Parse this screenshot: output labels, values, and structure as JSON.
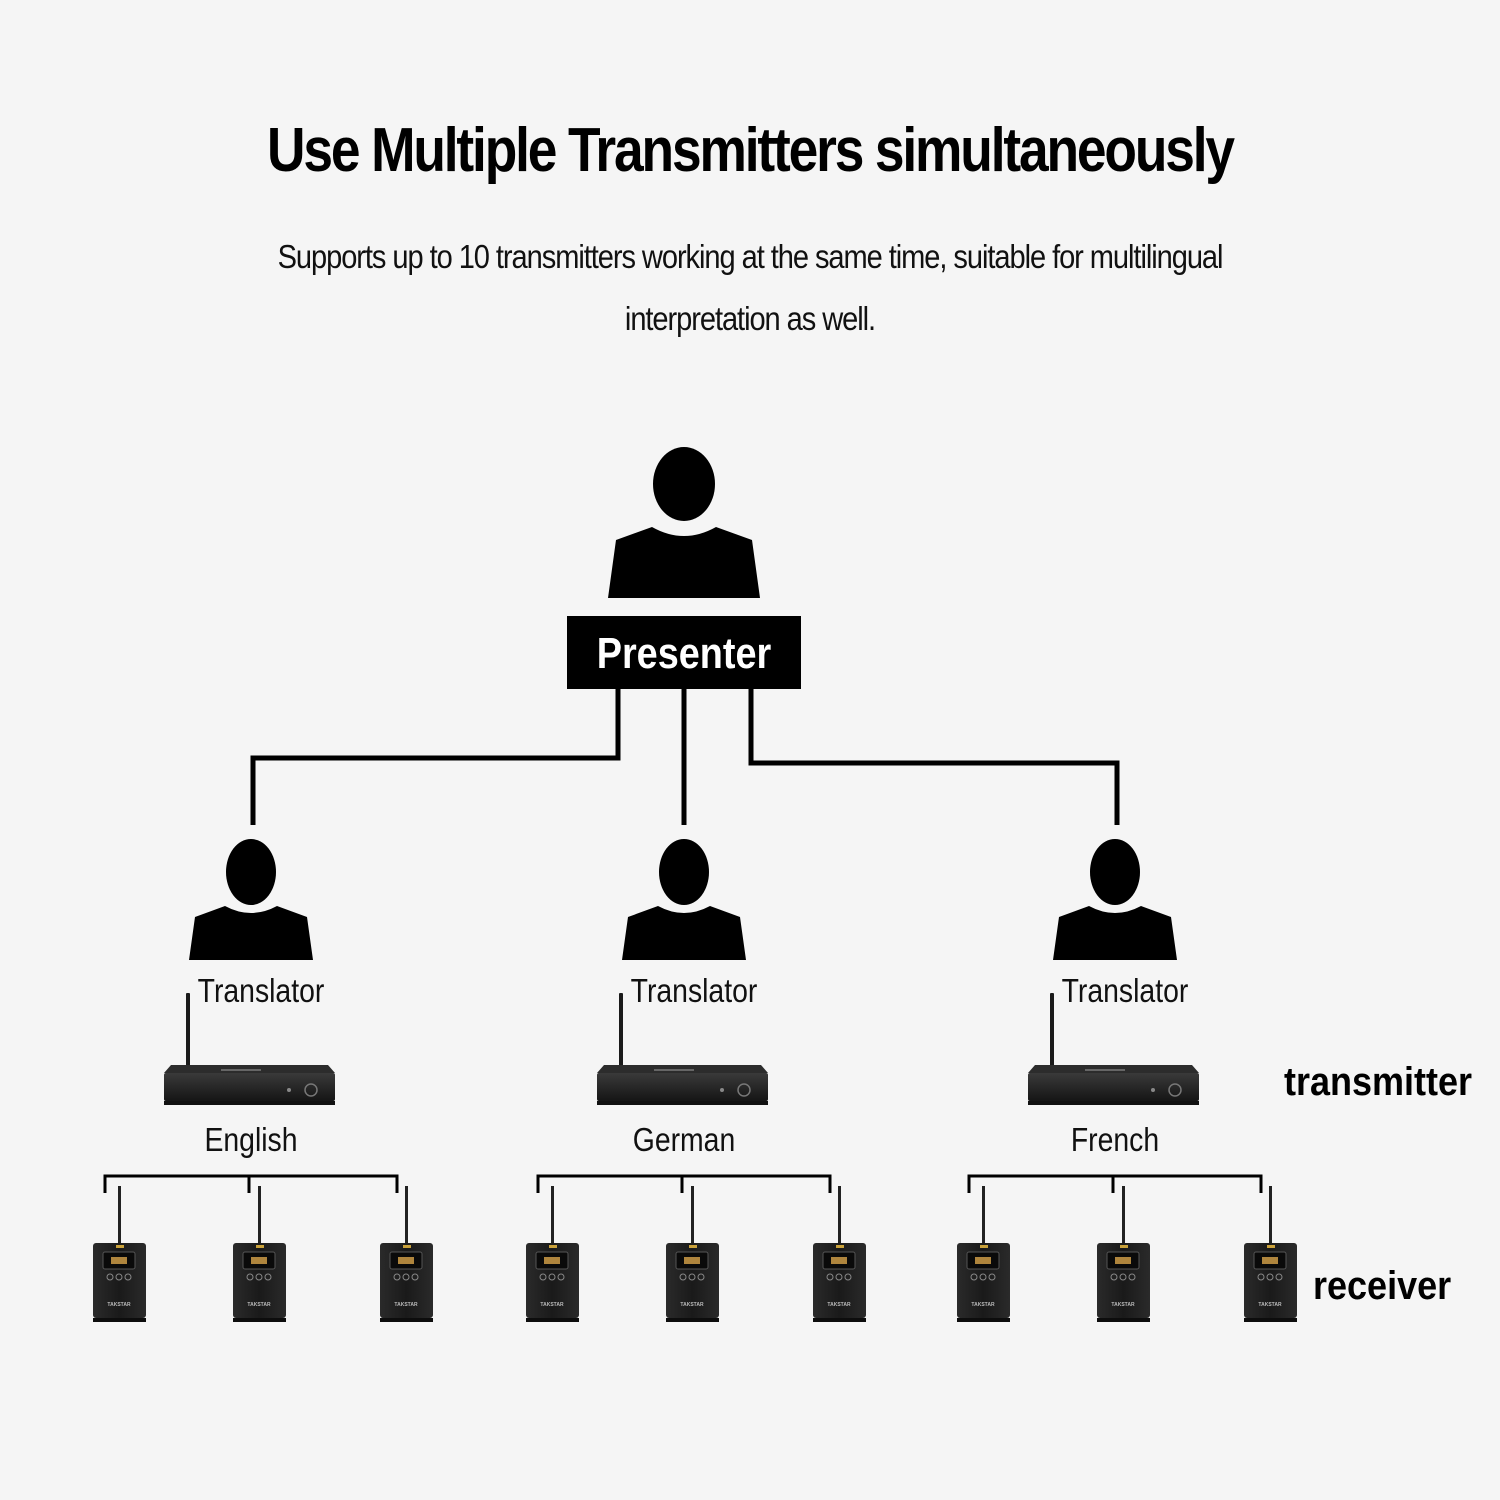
{
  "title": "Use Multiple Transmitters simultaneously",
  "subtitle_line1": "Supports up to 10 transmitters working at the same time, suitable for multilingual",
  "subtitle_line2": "interpretation as well.",
  "presenter": {
    "label": "Presenter",
    "icon": "person-silhouette-icon"
  },
  "translator_icon": "person-silhouette-icon",
  "branches": [
    {
      "translator_label": "Translator",
      "language": "English",
      "receiver_count": 3
    },
    {
      "translator_label": "Translator",
      "language": "German",
      "receiver_count": 3
    },
    {
      "translator_label": "Translator",
      "language": "French",
      "receiver_count": 3
    }
  ],
  "device_labels": {
    "transmitter": "transmitter",
    "receiver": "receiver"
  },
  "receiver_brand": "TAKSTAR",
  "colors": {
    "background": "#f5f5f5",
    "ink": "#000000",
    "device": "#222222"
  }
}
